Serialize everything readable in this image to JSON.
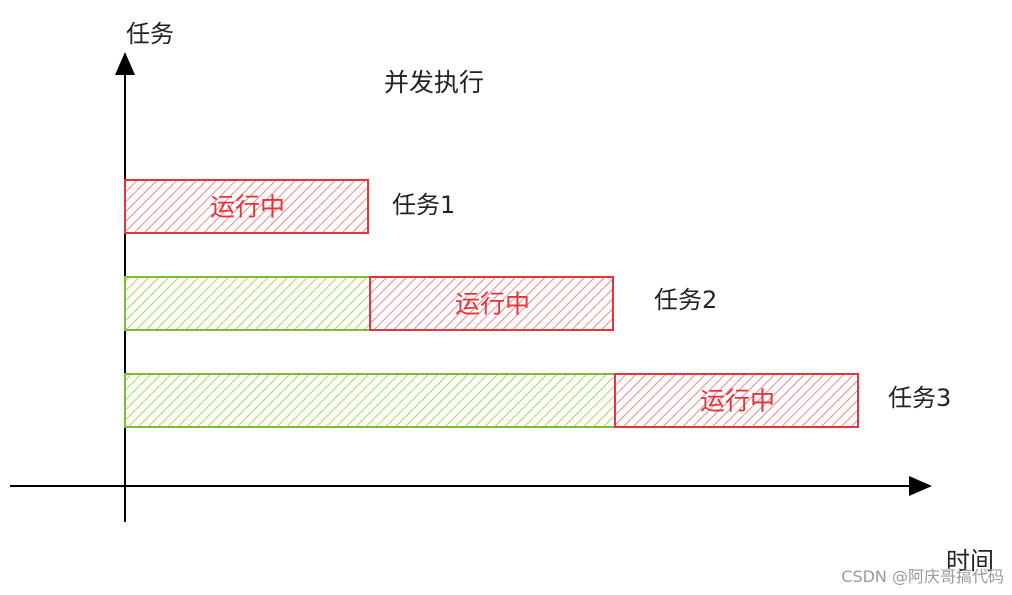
{
  "diagram": {
    "title": "并发执行",
    "y_axis_label": "任务",
    "x_axis_label": "时间",
    "running_label": "运行中",
    "tasks": [
      {
        "name": "任务1",
        "wait_units": 0,
        "run_units": 1
      },
      {
        "name": "任务2",
        "wait_units": 1,
        "run_units": 1
      },
      {
        "name": "任务3",
        "wait_units": 2,
        "run_units": 1
      }
    ],
    "colors": {
      "running": "#e8333a",
      "waiting": "#7cbf2e",
      "axis": "#000000"
    }
  },
  "watermark": "CSDN @阿庆哥搞代码"
}
